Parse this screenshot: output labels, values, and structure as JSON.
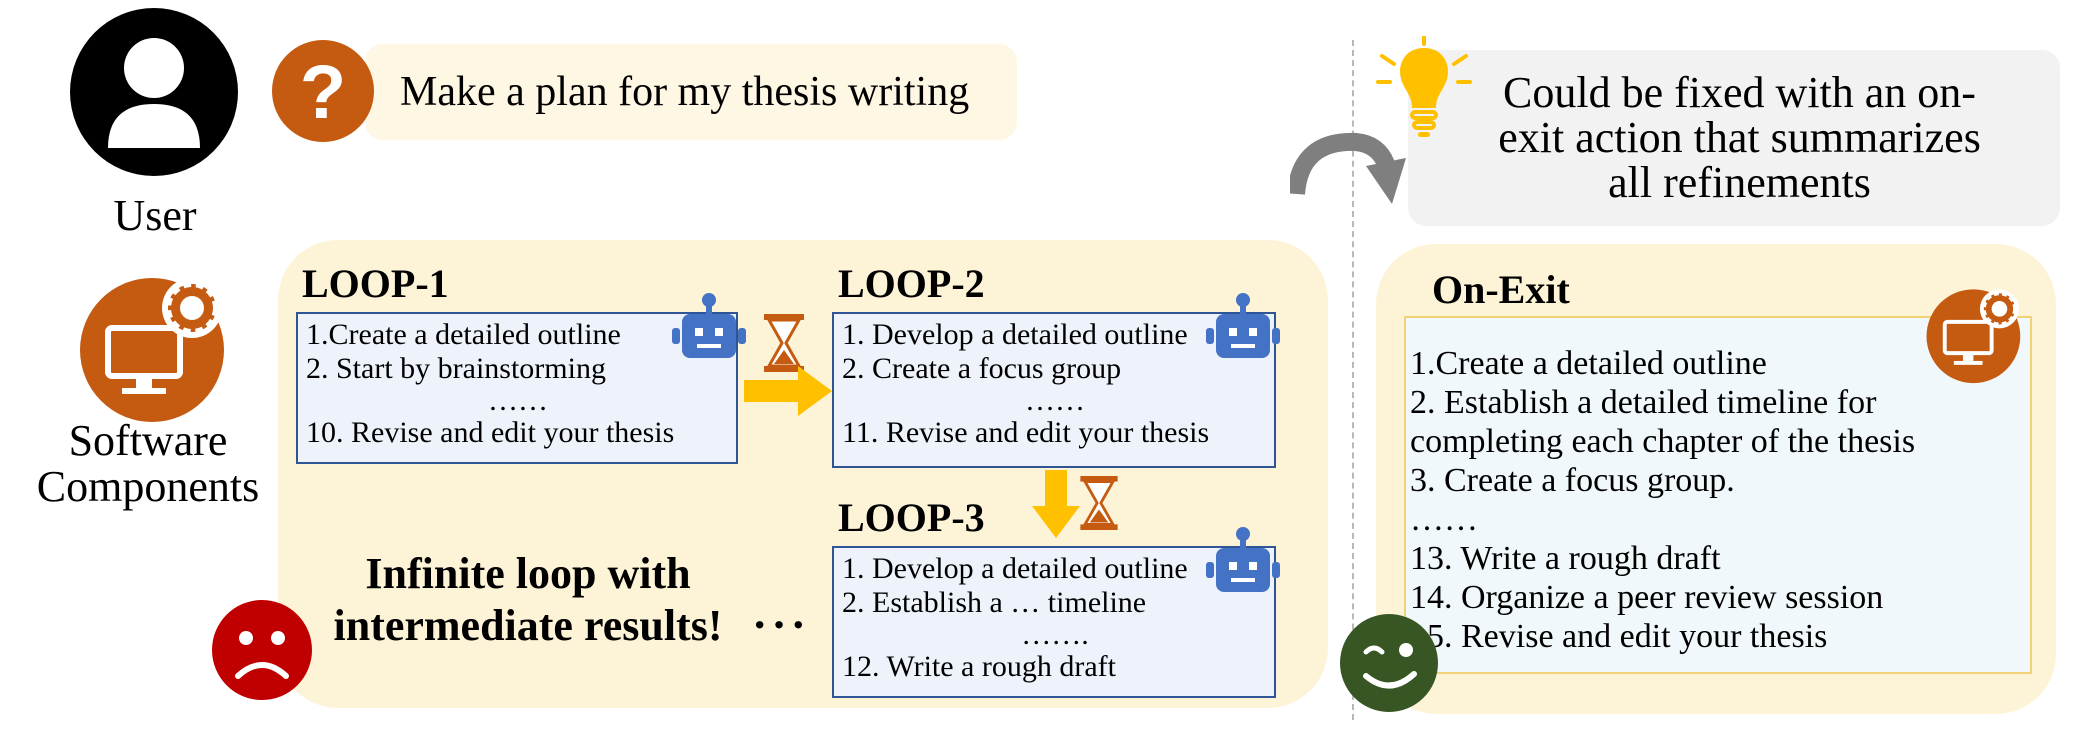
{
  "user": {
    "label": "User",
    "prompt": "Make a plan for my thesis writing"
  },
  "software": {
    "label_line1": "Software",
    "label_line2": "Components"
  },
  "loops": [
    {
      "title": "LOOP-1",
      "lines": [
        "1.Create a detailed outline",
        "2. Start by brainstorming",
        "……",
        "10. Revise and edit your thesis"
      ]
    },
    {
      "title": "LOOP-2",
      "lines": [
        "1. Develop a detailed outline",
        "2. Create a focus group",
        "……",
        "11. Revise and edit your thesis"
      ]
    },
    {
      "title": "LOOP-3",
      "lines": [
        "1. Develop a detailed outline",
        "2. Establish a … timeline",
        "…….",
        "12. Write a rough draft"
      ]
    }
  ],
  "infinite": {
    "line1": "Infinite loop with",
    "line2": "intermediate results!",
    "ellipsis": "···"
  },
  "tip": {
    "line1": "Could be fixed with an on-",
    "line2": "exit action that summarizes",
    "line3": "all refinements"
  },
  "on_exit": {
    "title": "On-Exit",
    "lines": [
      "1.Create a detailed outline",
      "2. Establish a detailed timeline for",
      "completing each chapter of the thesis",
      "3. Create a focus group.",
      "……",
      "13. Write a rough draft",
      "14. Organize a peer review session",
      "15. Revise and edit your thesis"
    ]
  },
  "colors": {
    "orange": "#c55a11",
    "robot_blue": "#4472c4",
    "sad_red": "#c00000",
    "happy_green": "#375623",
    "arrow_yellow": "#ffc000",
    "box_border": "#2f5597"
  },
  "icons": [
    "user-avatar-icon",
    "question-icon",
    "software-gear-icon",
    "robot-icon",
    "hourglass-icon",
    "sad-face-icon",
    "happy-face-icon",
    "lightbulb-icon",
    "curved-arrow-icon",
    "yellow-arrow-icon"
  ]
}
